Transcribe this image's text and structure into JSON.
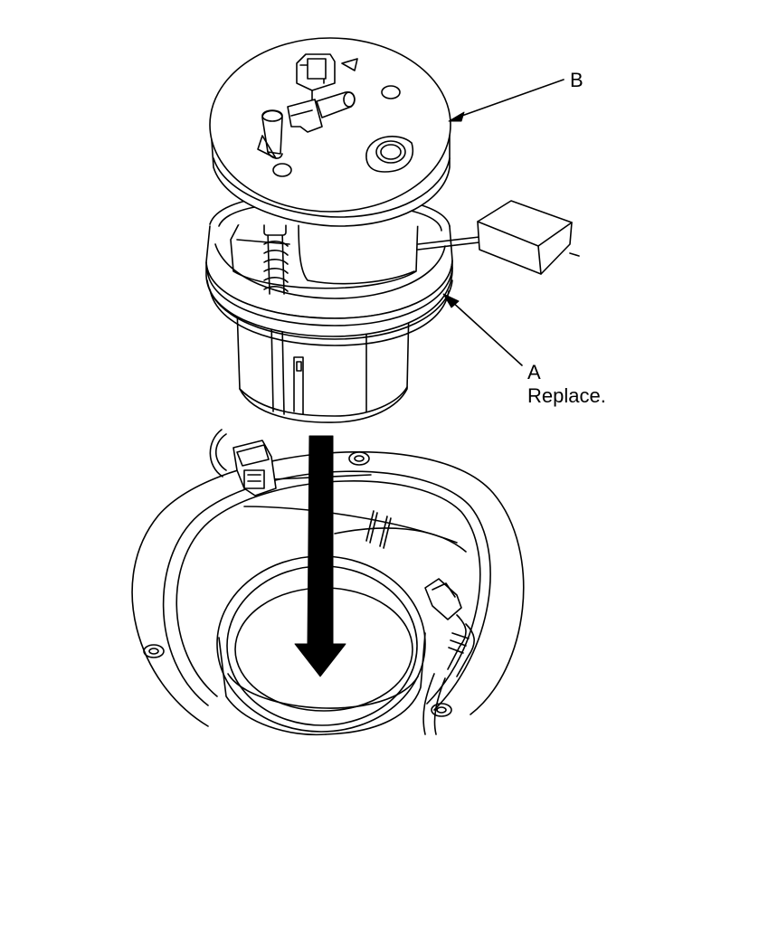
{
  "callouts": {
    "b": {
      "letter": "B"
    },
    "a": {
      "letter": "A",
      "note": "Replace."
    }
  },
  "colors": {
    "line": "#000000",
    "fill": "#ffffff",
    "shade": "#d9d9d9",
    "arrow": "#000000"
  },
  "icons": {
    "install_direction": "down-arrow-icon"
  }
}
